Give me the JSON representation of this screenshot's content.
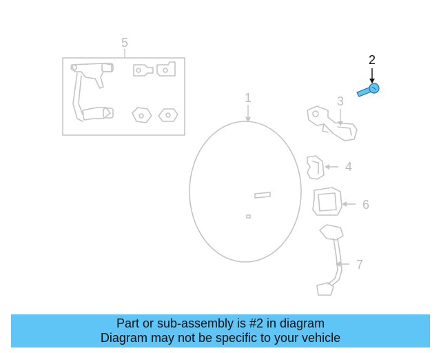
{
  "callouts": {
    "c1": "1",
    "c2": "2",
    "c3": "3",
    "c4": "4",
    "c5": "5",
    "c6": "6",
    "c7": "7"
  },
  "highlight_color": "#5ec5f6",
  "part_color": "#c4c4c4",
  "banner": {
    "line1": "Part or sub-assembly is #2 in diagram",
    "line2": "Diagram may not be specific to your vehicle"
  }
}
